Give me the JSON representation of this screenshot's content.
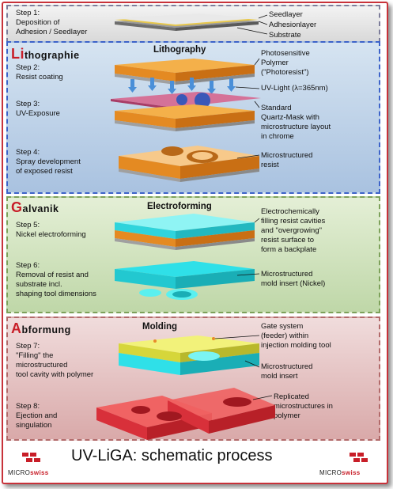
{
  "step1": {
    "label": "Step 1:\nDeposition of\nAdhesion / Seedlayer"
  },
  "layers1": [
    "Seedlayer",
    "Adhesionlayer",
    "Substrate"
  ],
  "lith": {
    "section_letters": "Li",
    "section_rest": "thographie",
    "header": "Lithography",
    "step2": "Step 2:\nResist coating",
    "step2_note": "Photosensitive\nPolymer\n(\"Photoresist\")",
    "step3": "Step 3:\nUV-Exposure",
    "uv": "UV-Light (λ=365nm)",
    "mask": "Standard\nQuartz-Mask with\nmicrostructure layout\nin chrome",
    "step4": "Step 4:\nSpray development\nof exposed resist",
    "step4_note": "Microstructured\nresist"
  },
  "galv": {
    "section_letter": "G",
    "section_rest": "alvanik",
    "header": "Electroforming",
    "step5": "Step 5:\nNickel electroforming",
    "step5_note": "Electrochemically\nfilling resist cavities\nand \"overgrowing\"\nresist surface to\nform a backplate",
    "step6": "Step 6:\nRemoval of resist and\nsubstrate incl.\nshaping tool dimensions",
    "step6_note": "Microstructured\nmold insert (Nickel)"
  },
  "abf": {
    "section_letter": "A",
    "section_rest": "bformung",
    "header": "Molding",
    "step7": "Step 7:\n\"Filling\" the\nmicrostructured\ntool cavity with polymer",
    "gate": "Gate system\n(feeder) within\ninjection molding tool",
    "insert": "Microstructured\nmold insert",
    "step8": "Step 8:\nEjection and\nsingulation",
    "replicated": "Replicated\nmicrostructures in\npolymer"
  },
  "footer": {
    "title": "UV-LiGA: schematic process",
    "logo_left_a": "MICRO",
    "logo_left_b": "swiss",
    "logo_right_a": "MICRO",
    "logo_right_b": "swiss"
  },
  "colors": {
    "accent_red": "#c81e28",
    "lith_blue": "#a9c2e0",
    "galv_green": "#bfd7a8",
    "abf_red": "#d9a9a9",
    "nickel": "#3fe0e6",
    "resist": "#f2a23c"
  }
}
